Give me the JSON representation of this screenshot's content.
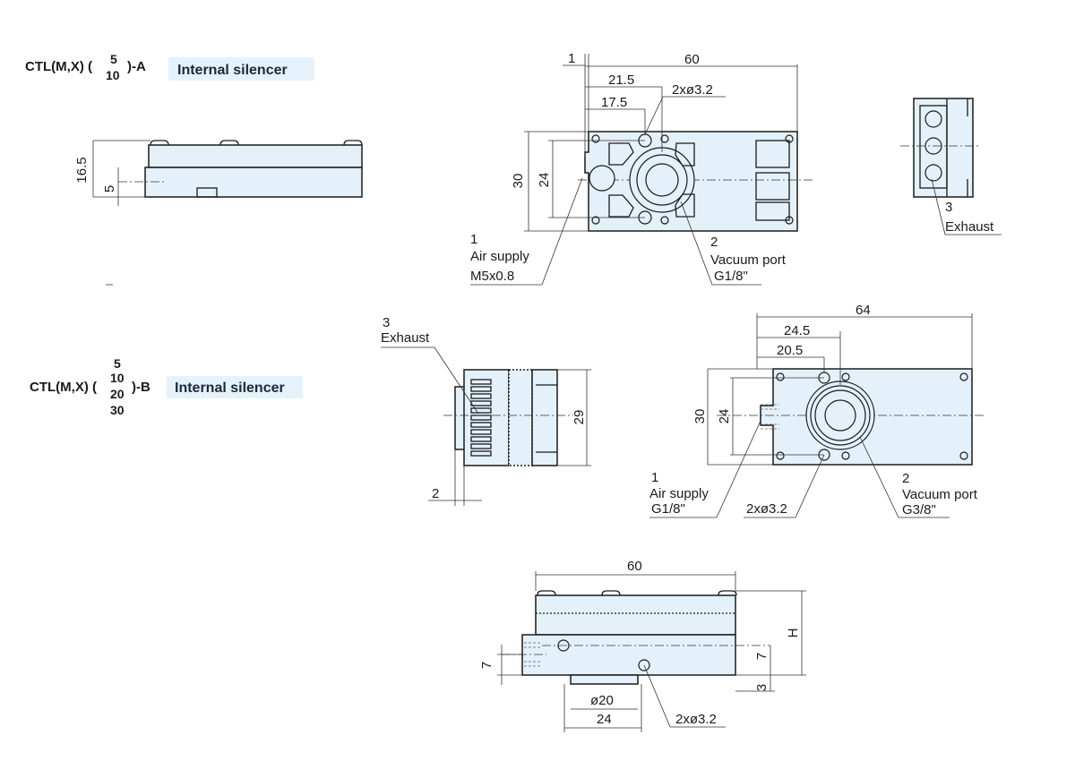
{
  "variant_a": {
    "model_prefix": "CTL(M,X) (",
    "sizes_top": "5",
    "sizes_bottom": "10",
    "model_suffix": ")-A",
    "silencer_label": "Internal silencer",
    "side_dims": {
      "height": "16.5",
      "offset": "5"
    },
    "top_dims": {
      "overall_length": "60",
      "edge_offset": "1",
      "port_x": "21.5",
      "hole_x": "17.5",
      "mount_holes": "2xø3.2",
      "width": "30",
      "hole_pitch": "24"
    },
    "air_supply": {
      "number": "1",
      "name": "Air supply",
      "thread": "M5x0.8"
    },
    "vacuum_port": {
      "number": "2",
      "name": "Vacuum port",
      "thread": "G1/8\""
    },
    "exhaust": {
      "number": "3",
      "name": "Exhaust"
    }
  },
  "variant_b": {
    "model_prefix": "CTL(M,X) (",
    "sizes": [
      "5",
      "10",
      "20",
      "30"
    ],
    "model_suffix": ")-B",
    "silencer_label": "Internal silencer",
    "exhaust": {
      "number": "3",
      "name": "Exhaust"
    },
    "end_dims": {
      "height": "29",
      "offset": "2"
    },
    "top_dims": {
      "overall_length": "64",
      "port_x": "24.5",
      "hole_x": "20.5",
      "width": "30",
      "hole_pitch": "24",
      "mount_holes": "2xø3.2"
    },
    "air_supply": {
      "number": "1",
      "name": "Air supply",
      "thread": "G1/8\""
    },
    "vacuum_port": {
      "number": "2",
      "name": "Vacuum port",
      "thread": "G3/8\""
    }
  },
  "front_view": {
    "overall_length": "60",
    "height_label": "H",
    "left_offset": "7",
    "right_offset": "7",
    "bottom_offset": "3",
    "boss_diameter": "ø20",
    "boss_position": "24",
    "mount_holes": "2xø3.2"
  }
}
